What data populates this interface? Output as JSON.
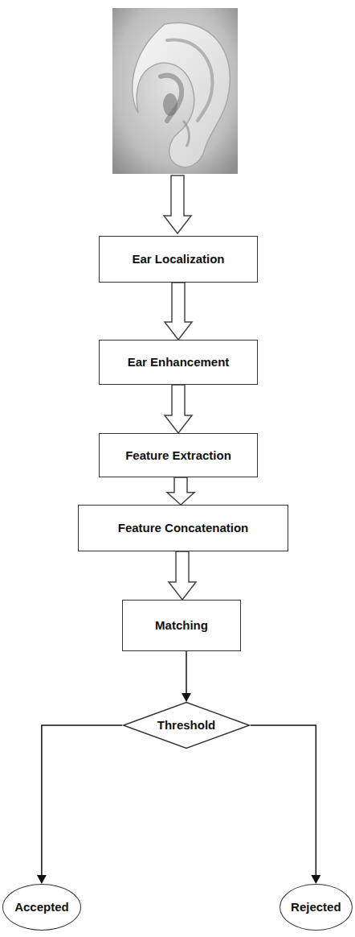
{
  "diagram": {
    "nodes": [
      {
        "text": [
          "Ear Localization"
        ]
      },
      {
        "text": [
          "Ear  Enhancement"
        ]
      },
      {
        "text": [
          "Feature Extraction"
        ]
      },
      {
        "text": [
          "Feature Concatenation"
        ]
      },
      {
        "text": [
          "Matching"
        ]
      },
      {
        "text": [
          "Threshold"
        ]
      },
      {
        "text": [
          "Accepted"
        ]
      },
      {
        "text": [
          "Rejected"
        ]
      }
    ],
    "edges": [
      {
        "from": 0,
        "to": 1,
        "arrow": "to"
      },
      {
        "from": 1,
        "to": 2,
        "arrow": "to"
      },
      {
        "from": 2,
        "to": 3,
        "arrow": "to"
      },
      {
        "from": 3,
        "to": 4,
        "arrow": "to"
      },
      {
        "from": 4,
        "to": 5,
        "arrow": "to"
      },
      {
        "from": 5,
        "to": 6,
        "arrow": "to"
      },
      {
        "from": 5,
        "to": 7,
        "arrow": "to"
      }
    ]
  }
}
